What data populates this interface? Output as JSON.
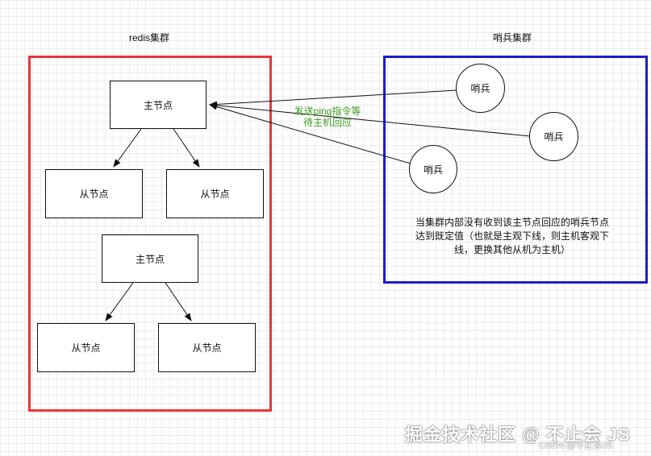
{
  "titles": {
    "redis_cluster": "redis集群",
    "sentinel_cluster": "哨兵集群"
  },
  "redis": {
    "master1": "主节点",
    "slave1": "从节点",
    "slave2": "从节点",
    "master2": "主节点",
    "slave3": "从节点",
    "slave4": "从节点"
  },
  "sentinels": [
    "哨兵",
    "哨兵",
    "哨兵"
  ],
  "ping_label": {
    "line1": "发送ping指令等",
    "line2": "待主机回应"
  },
  "note": {
    "line1": "当集群内部没有收到该主节点回应的哨兵节点",
    "line2": "达到既定值（也就是主观下线，则主机客观下",
    "line3": "线，更换其他从机为主机）"
  },
  "watermark": {
    "main": "掘金技术社区 @ 不止会 JS",
    "sub": "CSDN @不止会JS"
  },
  "colors": {
    "redis_border": "#e8363a",
    "sentinel_border": "#1c1ccc",
    "ping_label": "#3f9a1f"
  }
}
